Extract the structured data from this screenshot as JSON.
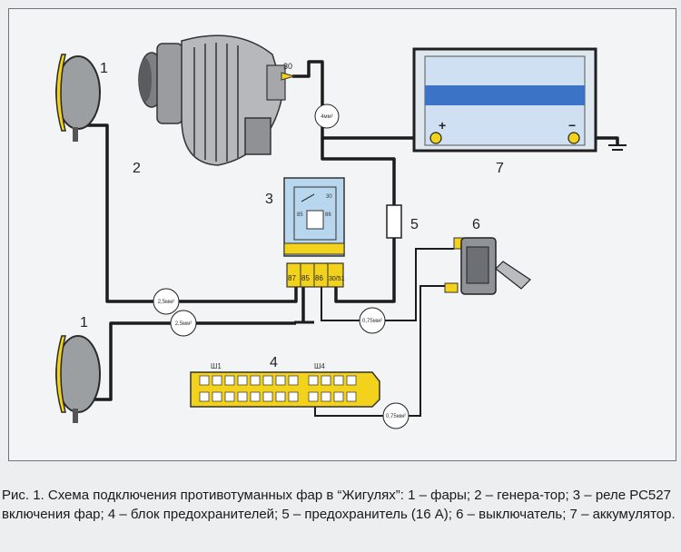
{
  "labels": {
    "headlight_top": "1",
    "headlight_bottom": "1",
    "generator": "2",
    "relay": "3",
    "fuse_block": "4",
    "fuse": "5",
    "switch": "6",
    "battery": "7"
  },
  "terminals": {
    "generator_30": "30",
    "relay_top_85": "85",
    "relay_top_86": "86",
    "relay_top_30": "30",
    "relay_pin_87": "87",
    "relay_pin_85": "85",
    "relay_pin_86": "86",
    "relay_pin_30_51": "30/51",
    "battery_plus": "+",
    "battery_minus": "−"
  },
  "wire_sizes": {
    "w1": "2,5мм²",
    "w2": "2,5мм²",
    "w3": "0,75мм²",
    "w4": "0,75мм²",
    "w5": "4мм²"
  },
  "fuse_block_labels": {
    "left": "Ш1",
    "right": "Ш4"
  },
  "caption": {
    "text": "Рис. 1. Схема подключения противотуманных фар в “Жигулях”: 1 – фары; 2 – генера-тор; 3 – реле РС527 включения фар; 4 – блок предохранителей; 5 – предохранитель (16 А); 6 – выключатель; 7 – аккумулятор."
  },
  "colors": {
    "wire": "#1c1c1c",
    "connector_yellow": "#f2d21b",
    "battery_blue": "#3b73c6",
    "relay_blue": "#b8d6ee"
  }
}
